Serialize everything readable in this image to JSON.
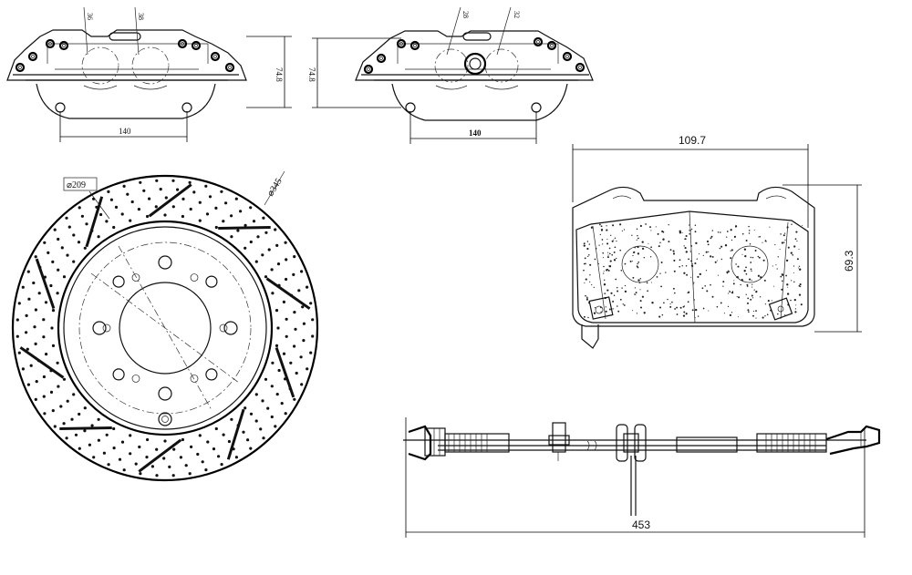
{
  "caliper_front": {
    "width_label": "140",
    "height_label": "74.8",
    "piston_labels": [
      "36",
      "38"
    ]
  },
  "caliper_rear": {
    "width_label": "140",
    "height_label": "74.8",
    "piston_labels": [
      "28",
      "32"
    ]
  },
  "rotor": {
    "outer_diameter_label": "⌀345",
    "hub_diameter_label": "⌀209"
  },
  "pad": {
    "width_label": "109.7",
    "height_label": "69.3"
  },
  "sensor": {
    "length_label": "453"
  }
}
